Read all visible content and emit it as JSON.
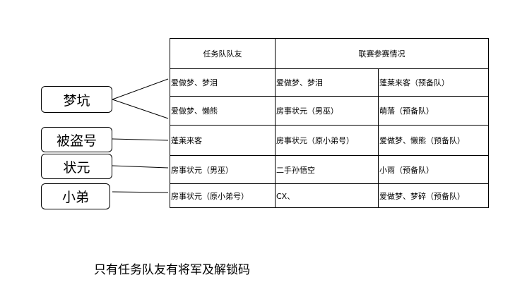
{
  "table": {
    "headers": [
      "任务队队友",
      "联赛参赛情况"
    ],
    "rows": [
      [
        "爱做梦、梦泪",
        "爱做梦、梦泪",
        "蓬莱来客（预备队）"
      ],
      [
        "爱做梦、懒熊",
        "房事状元（男巫）",
        "萌落（预备队）"
      ],
      [
        "蓬莱来客",
        "房事状元（原小弟号）",
        "爱做梦、懒熊（预备队）"
      ],
      [
        "房事状元（男巫）",
        "二手孙悟空",
        "小雨（预备队）"
      ],
      [
        "房事状元（原小弟号）",
        "CX、",
        "爱做梦、梦碎（预备队）"
      ]
    ]
  },
  "labels": {
    "mengkeng": "梦坑",
    "beidaohao": "被盗号",
    "zhuangyuan": "状元",
    "xiaodi": "小弟"
  },
  "note": "只有任务队友有将军及解锁码"
}
